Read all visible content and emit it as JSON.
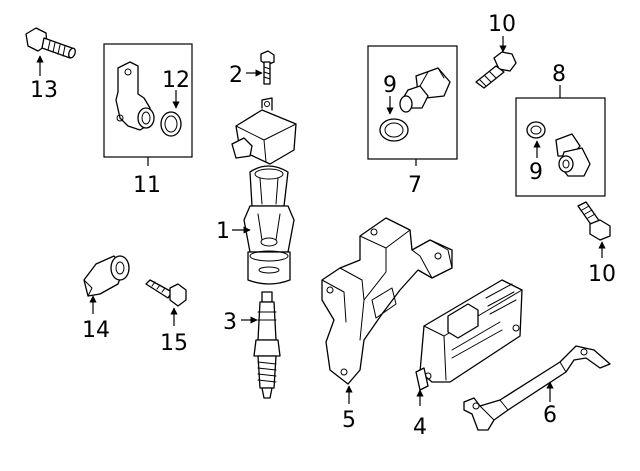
{
  "callouts": {
    "c1": "1",
    "c2": "2",
    "c3": "3",
    "c4": "4",
    "c5": "5",
    "c6": "6",
    "c7": "7",
    "c8": "8",
    "c9a": "9",
    "c9b": "9",
    "c10a": "10",
    "c10b": "10",
    "c11": "11",
    "c12": "12",
    "c13": "13",
    "c14": "14",
    "c15": "15"
  }
}
